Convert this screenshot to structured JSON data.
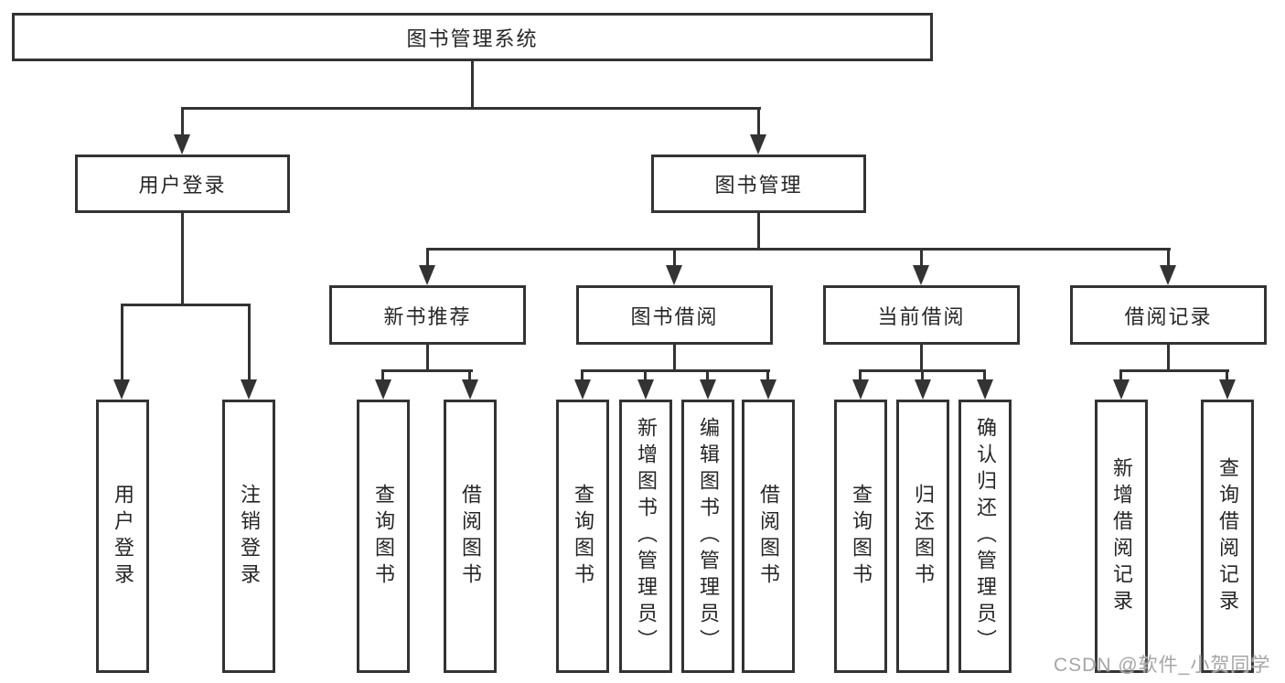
{
  "title": "图书管理系统",
  "nodes": {
    "user_login": "用户登录",
    "book_mgmt": "图书管理",
    "new_book_rec": "新书推荐",
    "book_borrow": "图书借阅",
    "current_borrow": "当前借阅",
    "borrow_record": "借阅记录",
    "leaf_user_login": "用户登录",
    "leaf_logout": "注销登录",
    "leaf_query_book_rec": "查询图书",
    "leaf_borrow_book_rec": "借阅图书",
    "leaf_query_book_borrow": "查询图书",
    "leaf_add_book": "新增图书（管理员）",
    "leaf_edit_book": "编辑图书（管理员）",
    "leaf_borrow_book_borrow": "借阅图书",
    "leaf_query_book_current": "查询图书",
    "leaf_return_book": "归还图书",
    "leaf_confirm_return": "确认归还（管理员）",
    "leaf_add_record": "新增借阅记录",
    "leaf_query_record": "查询借阅记录"
  },
  "watermark": "CSDN @软件_小贺同学",
  "colors": {
    "line": "#333333",
    "text": "#262626",
    "watermark": "#a6a6a6",
    "background": "#ffffff"
  }
}
